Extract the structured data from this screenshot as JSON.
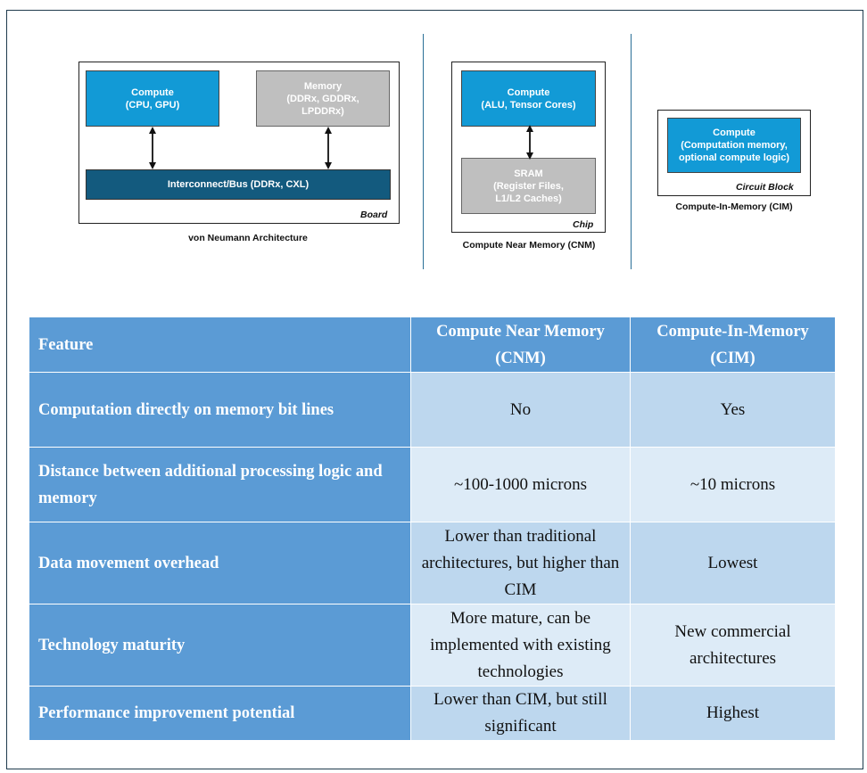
{
  "diagram": {
    "von_neumann": {
      "compute": "Compute\n(CPU, GPU)",
      "memory": "Memory\n(DDRx, GDDRx,\nLPDDRx)",
      "bus": "Interconnect/Bus (DDRx, CXL)",
      "container_label": "Board",
      "caption": "von Neumann Architecture"
    },
    "cnm": {
      "compute": "Compute\n(ALU, Tensor Cores)",
      "sram": "SRAM\n(Register Files,\nL1/L2 Caches)",
      "container_label": "Chip",
      "caption": "Compute Near Memory (CNM)"
    },
    "cim": {
      "compute": "Compute\n(Computation memory,\noptional compute logic)",
      "container_label": "Circuit Block",
      "caption": "Compute-In-Memory (CIM)"
    },
    "colors": {
      "compute": "#129ad6",
      "memory": "#bfbfbf",
      "bus": "#135a7e",
      "divider": "#2a6f97"
    }
  },
  "table": {
    "headers": [
      "Feature",
      "Compute Near Memory (CNM)",
      "Compute-In-Memory (CIM)"
    ],
    "rows": [
      {
        "feature": "Computation directly on memory bit lines",
        "cnm": "No",
        "cim": "Yes"
      },
      {
        "feature": "Distance between additional processing logic and memory",
        "cnm": "~100-1000 microns",
        "cim": "~10 microns"
      },
      {
        "feature": "Data movement overhead",
        "cnm": "Lower than traditional architectures, but higher than CIM",
        "cim": "Lowest"
      },
      {
        "feature": "Technology maturity",
        "cnm": "More mature, can be implemented with existing technologies",
        "cim": "New commercial architectures"
      },
      {
        "feature": "Performance improvement potential",
        "cnm": "Lower than CIM, but still significant",
        "cim": "Highest"
      }
    ],
    "colors": {
      "header": "#5b9bd5",
      "cell_dark": "#bdd7ee",
      "cell_light": "#ddebf7"
    }
  }
}
